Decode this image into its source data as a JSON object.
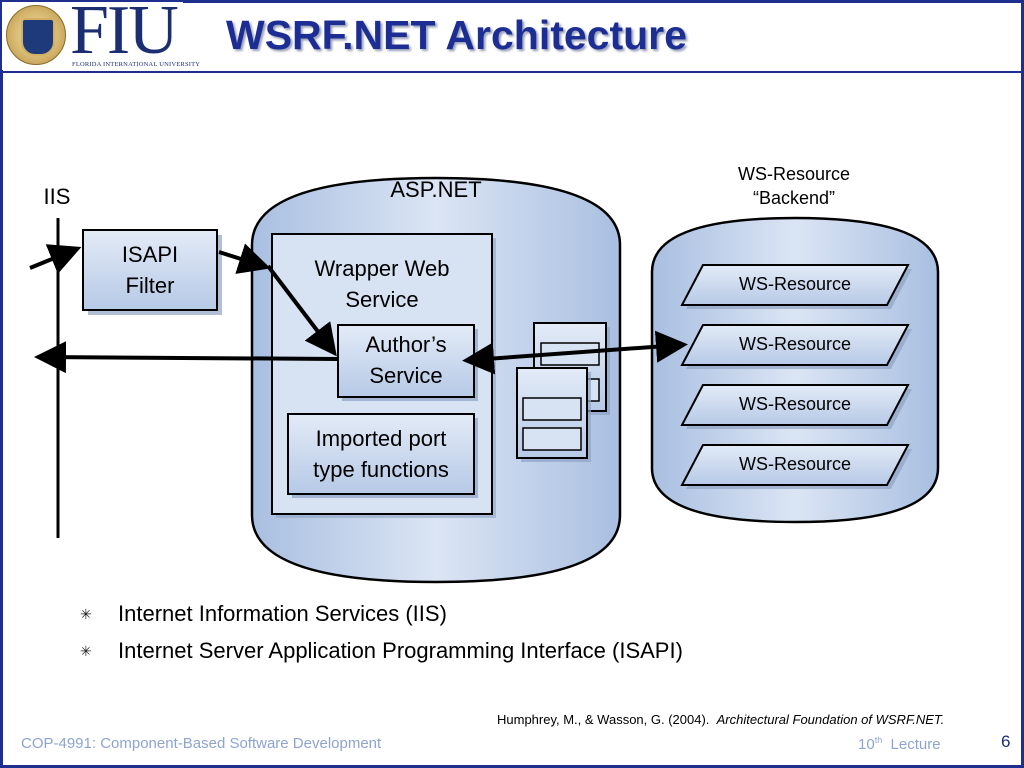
{
  "header": {
    "logo_text": "FIU",
    "logo_subtext": "FLORIDA INTERNATIONAL UNIVERSITY",
    "title": "WSRF.NET Architecture"
  },
  "diagram": {
    "iis_label": "IIS",
    "isapi_filter": [
      "ISAPI",
      "Filter"
    ],
    "aspnet_label": "ASP.NET",
    "wrapper_web_service": [
      "Wrapper Web",
      "Service"
    ],
    "authors_service": [
      "Author’s",
      "Service"
    ],
    "imported_port": [
      "Imported port",
      "type functions"
    ],
    "backend_label": [
      "WS-Resource",
      "“Backend”"
    ],
    "ws_resources": [
      "WS-Resource",
      "WS-Resource",
      "WS-Resource",
      "WS-Resource"
    ]
  },
  "bullets": [
    "Internet Information Services (IIS)",
    "Internet Server Application Programming Interface (ISAPI)"
  ],
  "citation": {
    "authors": "Humphrey, M., & Wasson, G. (2004).",
    "title": "Architectural Foundation of WSRF.NET."
  },
  "footer": {
    "course": "COP-4991: Component-Based Software Development",
    "lecture_num": "10",
    "lecture_sup": "th",
    "lecture_word": "Lecture",
    "page": "6"
  },
  "colors": {
    "frame": "#1f2f8f",
    "title": "#1c2e94",
    "cylinder_fill": "#c3d3eb",
    "box_fill": "#cfdcf0",
    "footer_text": "#8ea4cf"
  }
}
